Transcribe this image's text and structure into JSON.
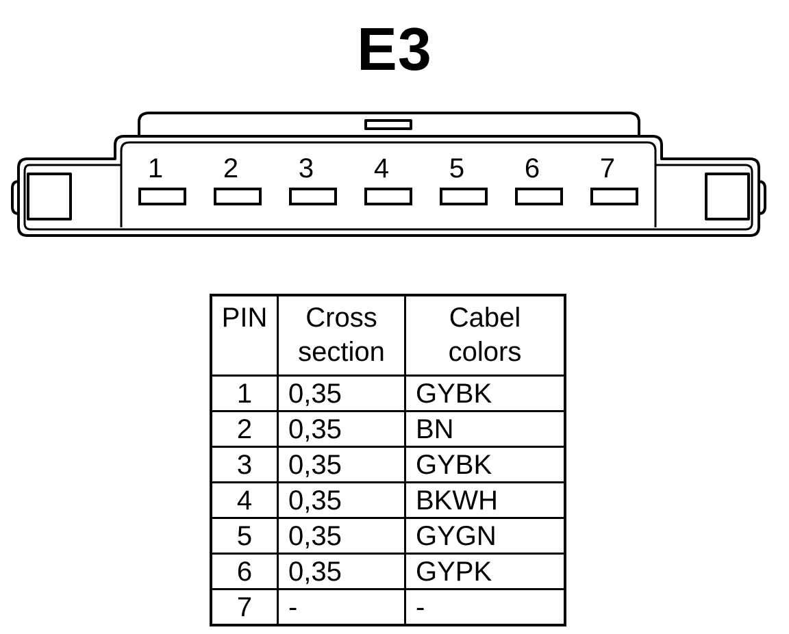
{
  "title": "E3",
  "connector": {
    "pins": [
      "1",
      "2",
      "3",
      "4",
      "5",
      "6",
      "7"
    ]
  },
  "table": {
    "headers": {
      "pin": "PIN",
      "cross_section": [
        "Cross",
        "section"
      ],
      "cable_colors": [
        "Cabel",
        "colors"
      ]
    },
    "rows": [
      {
        "pin": "1",
        "cross_section": "0,35",
        "color": "GYBK"
      },
      {
        "pin": "2",
        "cross_section": "0,35",
        "color": "BN"
      },
      {
        "pin": "3",
        "cross_section": "0,35",
        "color": "GYBK"
      },
      {
        "pin": "4",
        "cross_section": "0,35",
        "color": "BKWH"
      },
      {
        "pin": "5",
        "cross_section": "0,35",
        "color": "GYGN"
      },
      {
        "pin": "6",
        "cross_section": "0,35",
        "color": "GYPK"
      },
      {
        "pin": "7",
        "cross_section": "-",
        "color": "-"
      }
    ]
  }
}
